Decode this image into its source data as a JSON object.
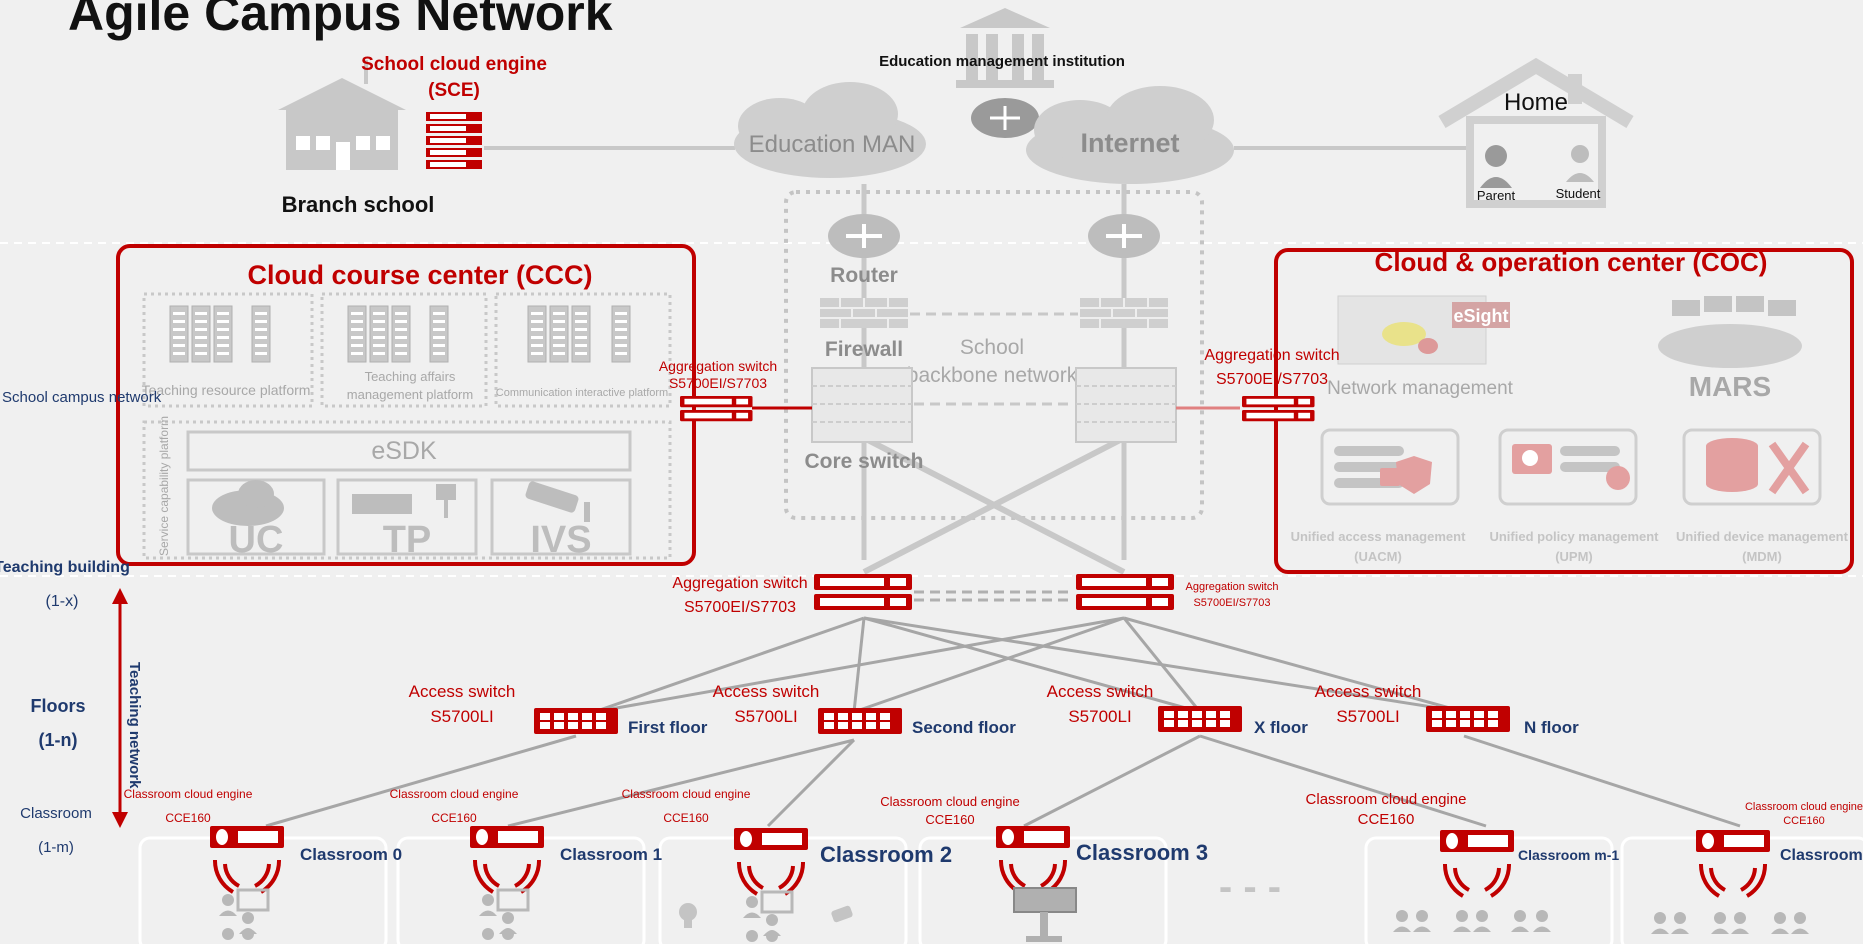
{
  "title": "Agile Campus Network",
  "top": {
    "sce_label": "School cloud engine",
    "sce_label2": "(SCE)",
    "branch_school": "Branch school",
    "edu_institution": "Education management institution",
    "edu_man": "Education MAN",
    "internet": "Internet",
    "home": "Home",
    "parent": "Parent",
    "student": "Student"
  },
  "core": {
    "router": "Router",
    "firewall": "Firewall",
    "backbone_1": "School",
    "backbone_2": "backbone network",
    "core_switch": "Core switch"
  },
  "ccc": {
    "title": "Cloud course center (CCC)",
    "platforms": [
      "Teaching resource platform",
      "Teaching affairs",
      "management platform",
      "Communication interactive platform"
    ],
    "esdk": "eSDK",
    "service_capability": "Service capability platform",
    "apps": [
      "UC",
      "TP",
      "IVS"
    ]
  },
  "coc": {
    "title": "Cloud & operation center (COC)",
    "esight": "eSight",
    "network_management": "Network management",
    "mars": "MARS",
    "managements": [
      {
        "l1": "Unified access management",
        "l2": "(UACM)"
      },
      {
        "l1": "Unified policy management",
        "l2": "(UPM)"
      },
      {
        "l1": "Unified device management",
        "l2": "(MDM)"
      }
    ]
  },
  "switches": {
    "agg_label": "Aggregation switch",
    "agg_model": "S5700EI/S7703",
    "access_label": "Access switch",
    "access_model": "S5700LI"
  },
  "floors": [
    "First floor",
    "Second floor",
    "X floor",
    "N floor"
  ],
  "left_labels": {
    "campus": "School campus network",
    "building": "Teaching building",
    "building_n": "(1-x)",
    "floors": "Floors",
    "floors_n": "(1-n)",
    "classroom": "Classroom",
    "classroom_n": "(1-m)",
    "teaching_network": "Teaching network"
  },
  "cce_label": "Classroom cloud engine",
  "cce_model": "CCE160",
  "classrooms": [
    "Classroom 0",
    "Classroom 1",
    "Classroom 2",
    "Classroom 3",
    "Classroom m-1",
    "Classroom m"
  ],
  "ellipsis": "- - -",
  "colors": {
    "accent": "#c00000",
    "navy": "#1f3a6e",
    "grey": "#a8a8a8",
    "background": "#f0f0f0"
  }
}
